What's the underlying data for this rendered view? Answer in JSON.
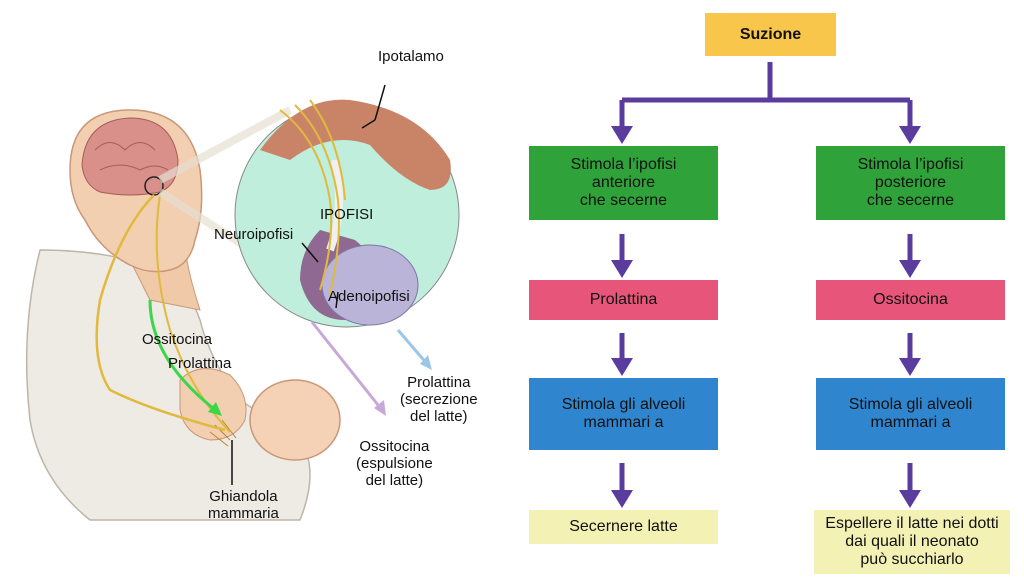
{
  "illustration": {
    "labels": {
      "ipotalamo": "Ipotalamo",
      "ipofisi": "IPOFISI",
      "neuroipofisi": "Neuroipofisi",
      "adenoipofisi": "Adenoipofisi",
      "ossitocina_body": "Ossitocina",
      "prolattina_body": "Prolattina",
      "prolattina_secrezione": "Prolattina\n(secrezione\ndel latte)",
      "ossitocina_espulsione": "Ossitocina\n(espulsione\ndel latte)",
      "ghiandola_mammaria": "Ghiandola\nmammaria"
    }
  },
  "flowchart": {
    "root": "Suzione",
    "left": {
      "step1": "Stimola l’ipofisi\nanteriore\nche secerne",
      "hormone": "Prolattina",
      "step3": "Stimola gli alveoli\nmammari a",
      "result": "Secernere latte"
    },
    "right": {
      "step1": "Stimola l’ipofisi\nposteriore\nche secerne",
      "hormone": "Ossitocina",
      "step3": "Stimola gli alveoli\nmammari a",
      "result": "Espellere il latte nei dotti\ndai quali il neonato\npuò succhiarlo"
    }
  },
  "colors": {
    "root_box": "#f7c64b",
    "step1_box": "#2fa23a",
    "hormone_box": "#e8557a",
    "step3_box": "#2f86cf",
    "result_box": "#f3f2b4",
    "connector": "#5a3b9e"
  }
}
